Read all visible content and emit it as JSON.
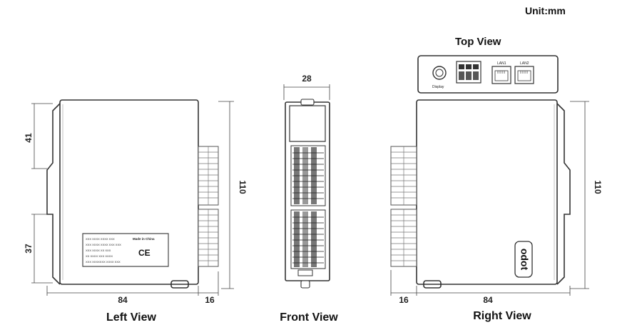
{
  "unit": "Unit:mm",
  "views": {
    "top": "Top View",
    "left": "Left View",
    "front": "Front View",
    "right": "Right View"
  },
  "dimensions": {
    "left_upper": "41",
    "left_lower": "37",
    "left_width": "84",
    "left_terminal": "16",
    "left_height": "110",
    "front_width": "28",
    "right_width": "84",
    "right_terminal": "16",
    "right_height": "110"
  },
  "top_view": {
    "display_label": "Display",
    "port1_label": "LAN1",
    "port2_label": "LAN2"
  },
  "label_plate": {
    "lines": [
      "XXX XXXX XXXX XXX",
      "XXX XXXX XXXX XXX XXX",
      "XXX XXXX XX XXX",
      "XX XXXX XXX XXXX",
      "XXX XXXXXXX XXXX XXX"
    ],
    "made_in": "Made in China",
    "ce_mark": "CE"
  },
  "logo": "odot"
}
